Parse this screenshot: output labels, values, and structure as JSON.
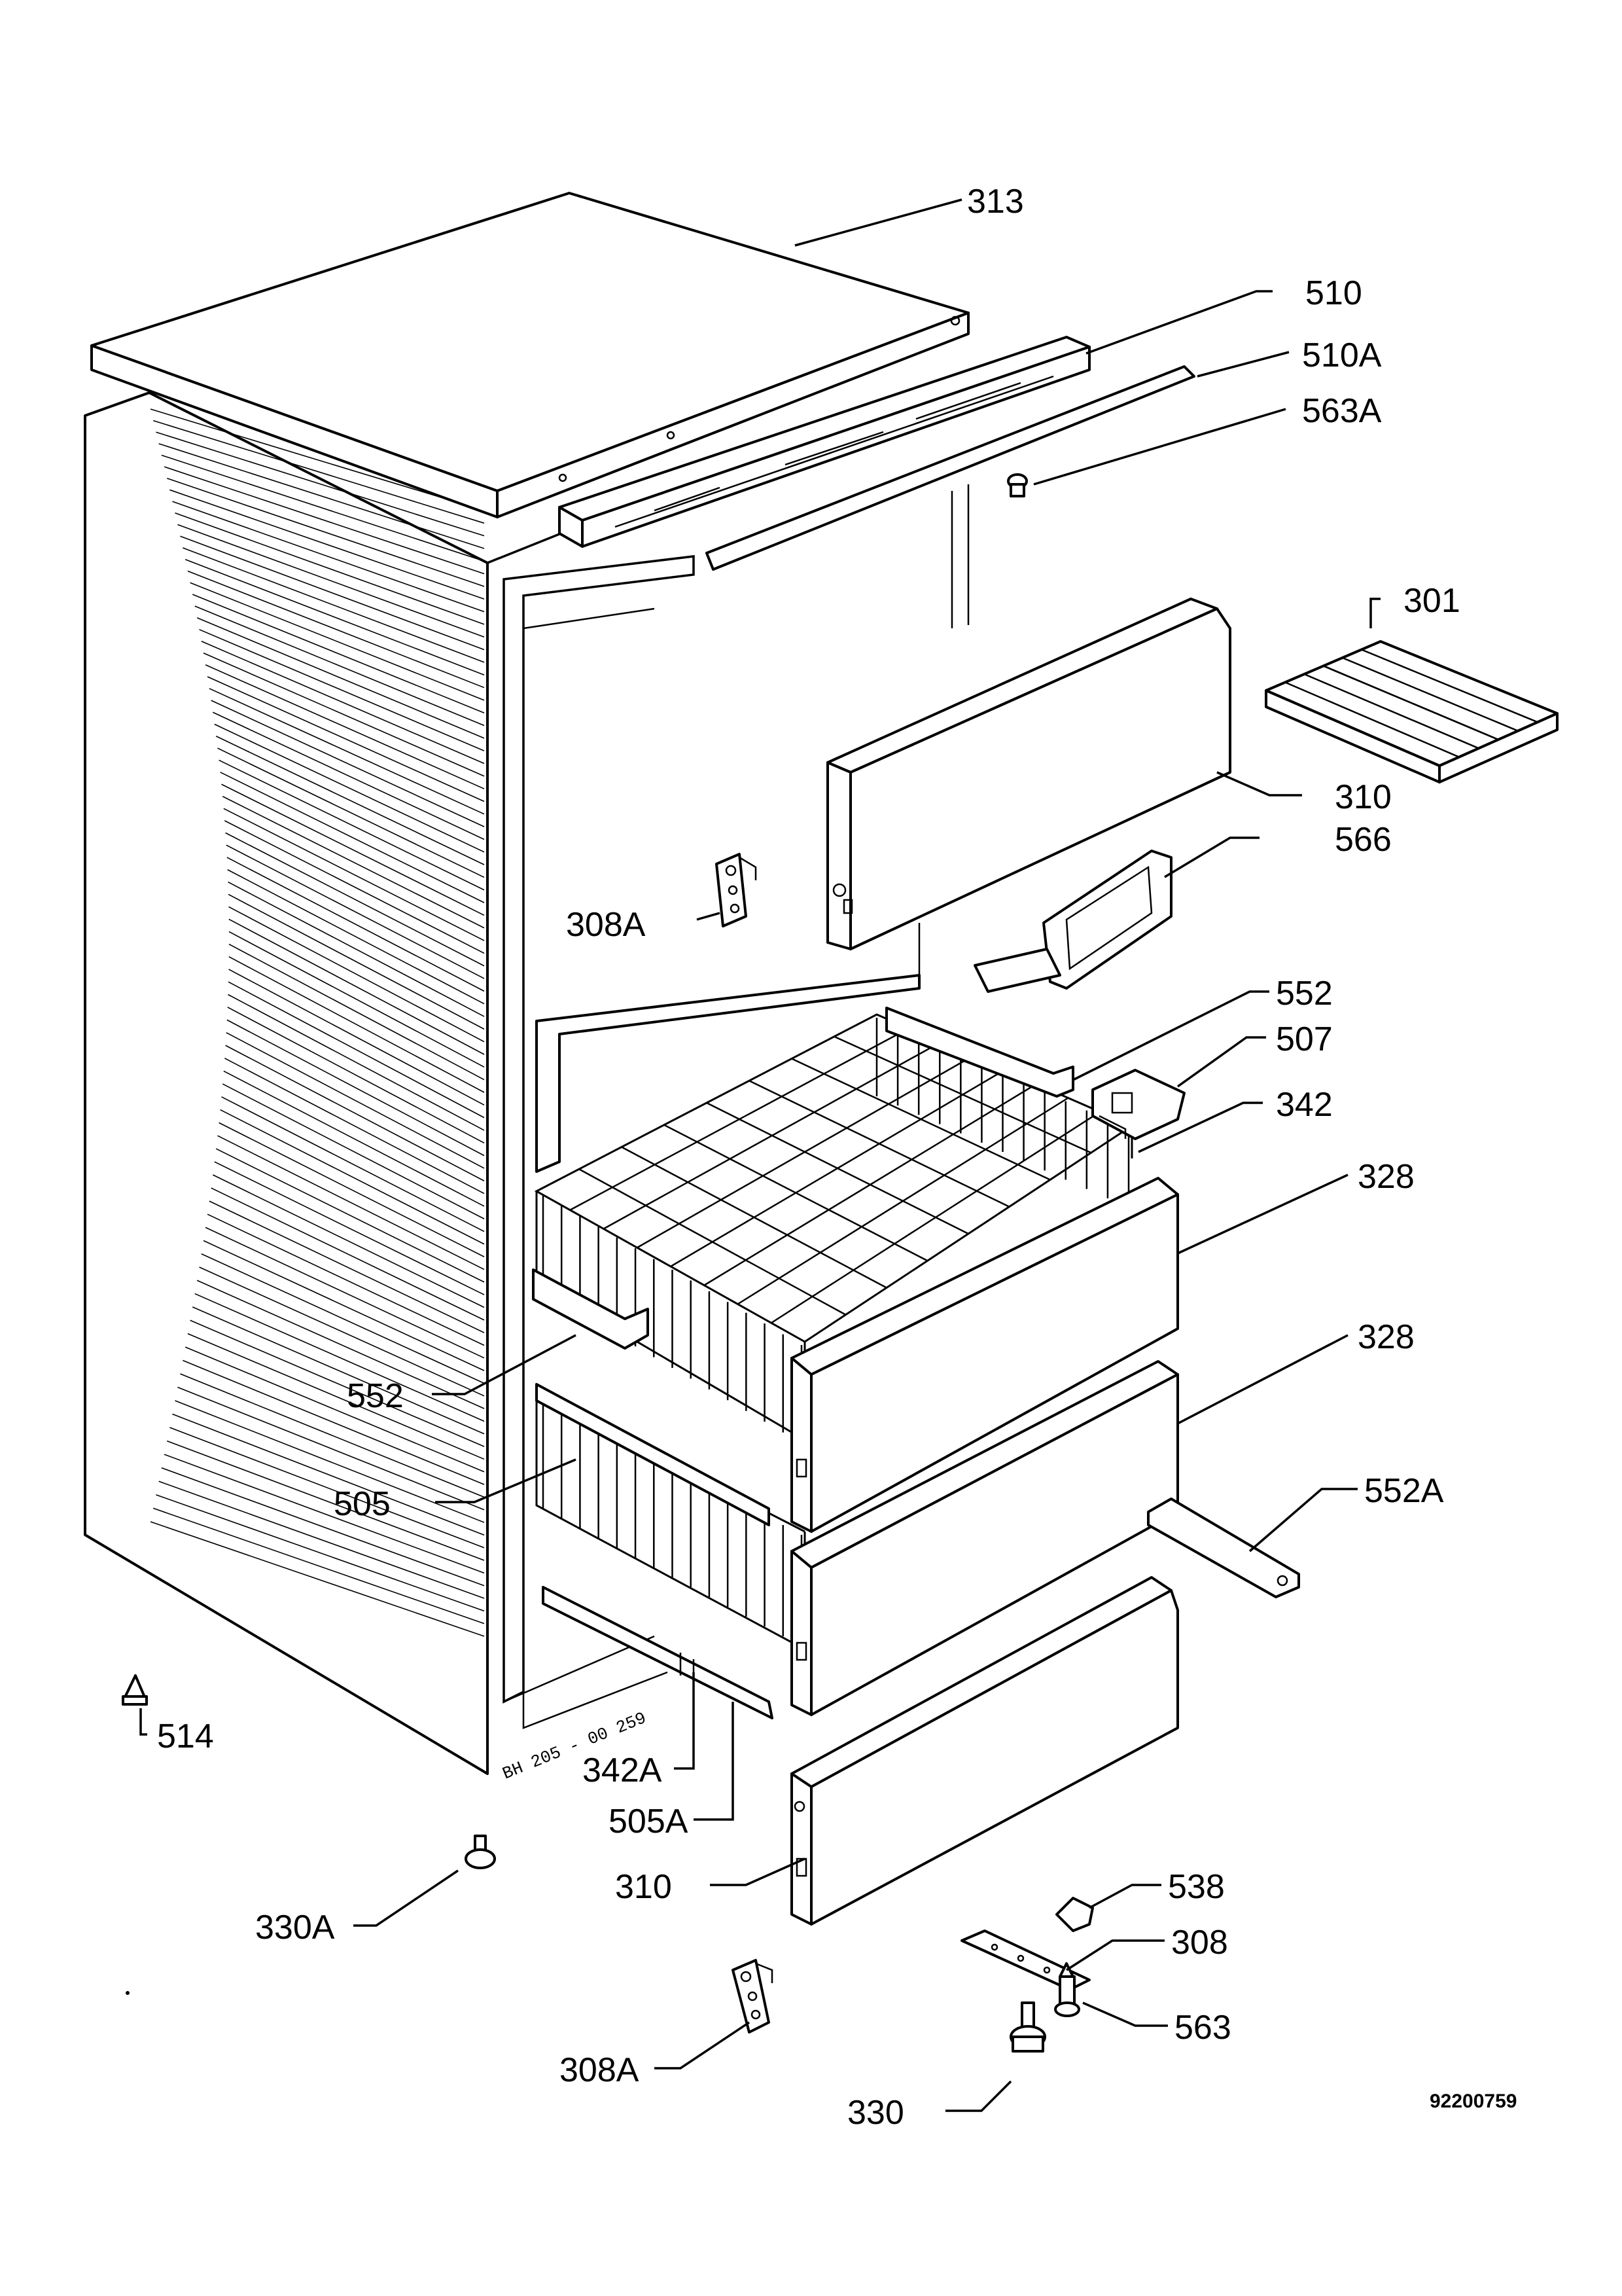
{
  "labels": {
    "p313": "313",
    "p510": "510",
    "p510a": "510A",
    "p563a": "563A",
    "p301": "301",
    "p310_top": "310",
    "p566": "566",
    "p308a_top": "308A",
    "p552_top": "552",
    "p507": "507",
    "p342": "342",
    "p328_top": "328",
    "p328_bottom": "328",
    "p552_left": "552",
    "p552a": "552A",
    "p505": "505",
    "p514": "514",
    "p342a": "342A",
    "p505a": "505A",
    "p310_bottom": "310",
    "p330a": "330A",
    "p538": "538",
    "p308": "308",
    "p563": "563",
    "p308a_bottom": "308A",
    "p330": "330"
  },
  "reference_number": "92200759",
  "cabinet_stamp": "BH 205 - 00 259"
}
